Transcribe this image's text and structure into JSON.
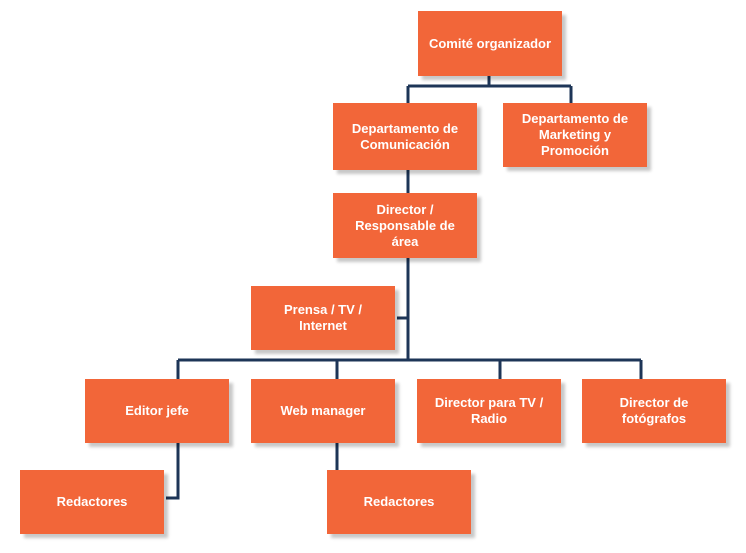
{
  "nodes": {
    "comite": "Comité organizador",
    "dept_comunicacion": "Departamento de Comunicación",
    "dept_marketing": "Departamento de Marketing y Promoción",
    "director_area": "Director / Responsable de área",
    "prensa": "Prensa / TV / Internet",
    "editor_jefe": "Editor jefe",
    "web_manager": "Web manager",
    "director_tv": "Director para TV / Radio",
    "director_fotografos": "Director de fotógrafos",
    "redactores_1": "Redactores",
    "redactores_2": "Redactores"
  },
  "colors": {
    "box_fill": "#f26639",
    "box_text": "#ffffff",
    "connector": "#1d3557"
  }
}
